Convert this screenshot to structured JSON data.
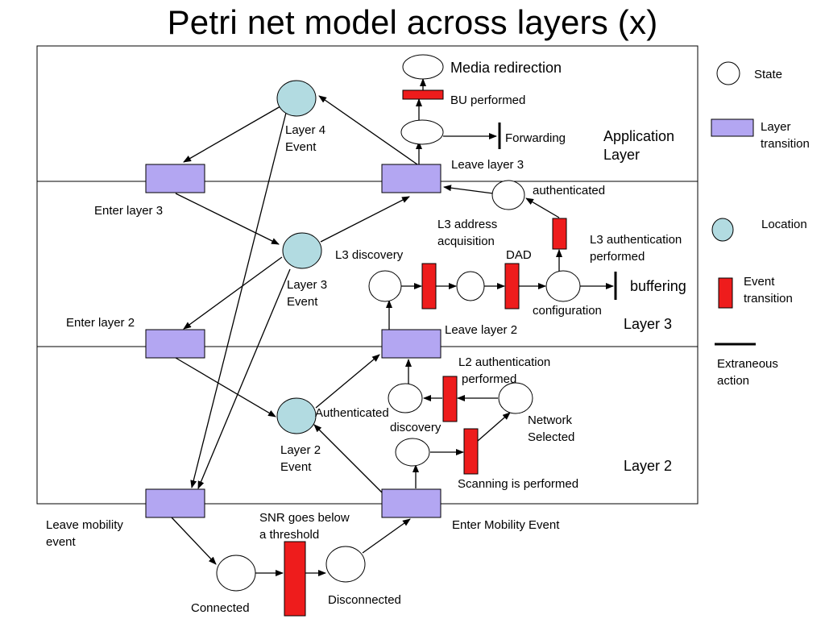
{
  "title": "Petri net model across layers (x)",
  "labels": {
    "media_redirection": "Media redirection",
    "bu_performed": "BU performed",
    "forwarding": "Forwarding",
    "application_layer_1": "Application",
    "application_layer_2": "Layer",
    "leave_layer_3": "Leave layer 3",
    "layer4_event_1": "Layer 4",
    "layer4_event_2": "Event",
    "enter_layer_3": "Enter layer 3",
    "authenticated_top": "authenticated",
    "l3_address_1": "L3 address",
    "l3_address_2": "acquisition",
    "dad": "DAD",
    "l3_auth_1": "L3 authentication",
    "l3_auth_2": "performed",
    "l3_discovery": "L3 discovery",
    "buffering": "buffering",
    "layer3_event_1": "Layer 3",
    "layer3_event_2": "Event",
    "configuration": "configuration",
    "layer_3": "Layer 3",
    "enter_layer_2": "Enter layer 2",
    "leave_layer_2": "Leave layer 2",
    "l2_auth_1": "L2 authentication",
    "l2_auth_2": "performed",
    "authenticated_l2": "Authenticated",
    "discovery": "discovery",
    "network_selected_1": "Network",
    "network_selected_2": "Selected",
    "layer2_event_1": "Layer 2",
    "layer2_event_2": "Event",
    "layer_2": "Layer 2",
    "scanning": "Scanning is performed",
    "leave_mobility_1": "Leave mobility",
    "leave_mobility_2": "event",
    "snr_1": "SNR goes below",
    "snr_2": "a threshold",
    "enter_mobility": "Enter Mobility Event",
    "connected": "Connected",
    "disconnected": "Disconnected"
  },
  "legend": {
    "state": "State",
    "layer_transition_1": "Layer",
    "layer_transition_2": "transition",
    "location": "Location",
    "event_transition_1": "Event",
    "event_transition_2": "transition",
    "extraneous_1": "Extraneous",
    "extraneous_2": "action"
  },
  "colors": {
    "layer_transition": "#b3a6f2",
    "location": "#b2dbe1",
    "event_transition": "#ee1c1c",
    "line": "#000000"
  }
}
